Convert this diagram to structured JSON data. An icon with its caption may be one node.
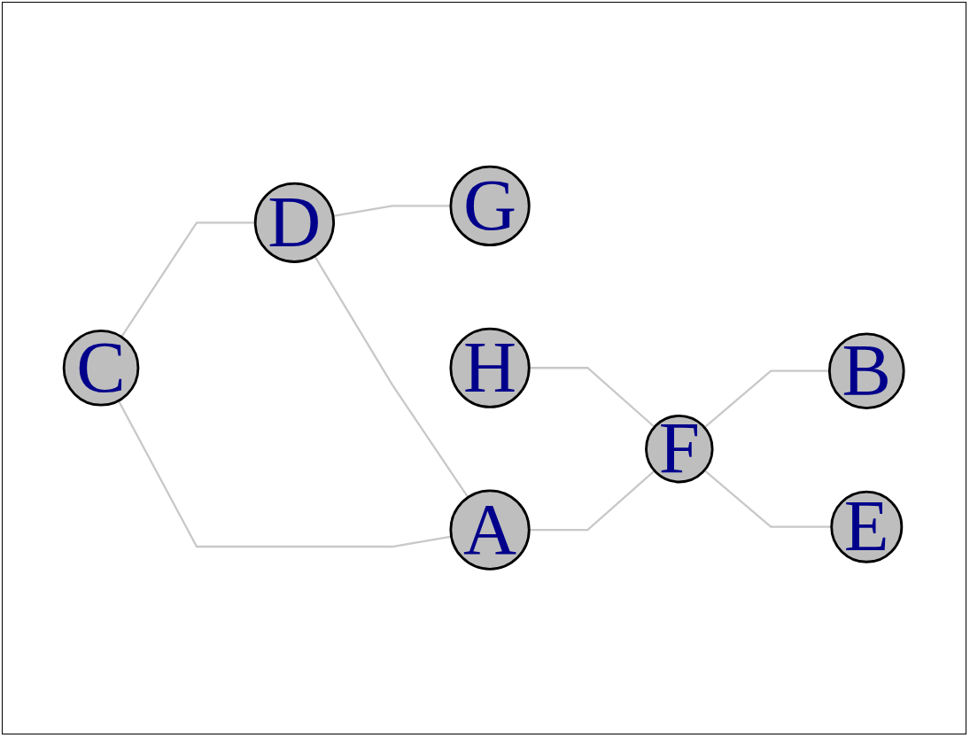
{
  "diagram": {
    "nodes": [
      {
        "text": [
          "C"
        ]
      },
      {
        "text": [
          "G"
        ]
      },
      {
        "text": [
          "D"
        ]
      },
      {
        "text": [
          "A"
        ]
      },
      {
        "text": [
          "H"
        ]
      },
      {
        "text": [
          "F"
        ]
      },
      {
        "text": [
          "B"
        ]
      },
      {
        "text": [
          "E"
        ]
      }
    ],
    "edges": [
      {
        "from": 0,
        "to": 3,
        "arrow": "none"
      },
      {
        "from": 0,
        "to": 2,
        "arrow": "none"
      },
      {
        "from": 2,
        "to": 1,
        "arrow": "none"
      },
      {
        "from": 2,
        "to": 3,
        "arrow": "none"
      },
      {
        "from": 3,
        "to": 5,
        "arrow": "none"
      },
      {
        "from": 4,
        "to": 5,
        "arrow": "none"
      },
      {
        "from": 5,
        "to": 6,
        "arrow": "none"
      },
      {
        "from": 5,
        "to": 7,
        "arrow": "none"
      }
    ]
  }
}
